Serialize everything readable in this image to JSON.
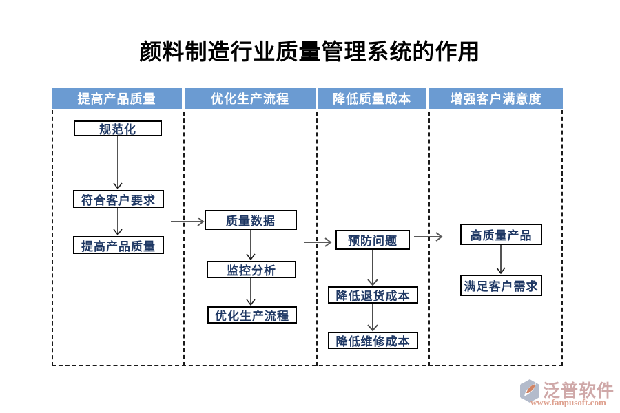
{
  "title": "颜料制造行业质量管理系统的作用",
  "lanes": [
    {
      "header": "提高产品质量",
      "boxes": [
        "规范化",
        "符合客户要求",
        "提高产品质量"
      ]
    },
    {
      "header": "优化生产流程",
      "boxes": [
        "质量数据",
        "监控分析",
        "优化生产流程"
      ]
    },
    {
      "header": "降低质量成本",
      "boxes": [
        "预防问题",
        "降低退货成本",
        "降低维修成本"
      ]
    },
    {
      "header": "增强客户满意度",
      "boxes": [
        "高质量产品",
        "满足客户需求"
      ]
    }
  ],
  "edges": {
    "within_lanes": [
      [
        "规范化",
        "符合客户要求"
      ],
      [
        "符合客户要求",
        "提高产品质量"
      ],
      [
        "质量数据",
        "监控分析"
      ],
      [
        "监控分析",
        "优化生产流程"
      ],
      [
        "预防问题",
        "降低退货成本"
      ],
      [
        "降低退货成本",
        "降低维修成本"
      ],
      [
        "高质量产品",
        "满足客户需求"
      ]
    ],
    "across_lanes": [
      [
        "提高产品质量",
        "质量数据"
      ],
      [
        "优化生产流程",
        "预防问题"
      ],
      [
        "预防问题",
        "高质量产品"
      ]
    ]
  },
  "colors": {
    "header_bg": "#6B9BD2",
    "header_text": "#FFFFFF",
    "box_bg": "#FFFFFF",
    "box_border": "#000000",
    "box_text": "#1F3864",
    "arrow_vertical": "#1a1a1a",
    "arrow_horizontal": "#595959",
    "title_text": "#000000",
    "watermark_brand": "#C79A9A",
    "watermark_url": "#D9917C",
    "watermark_icon_gray": "#A6B0C3",
    "watermark_icon_orange": "#C96F4A"
  },
  "watermark": {
    "brand": "泛普软件",
    "url": "www.fanpusoft.com"
  }
}
